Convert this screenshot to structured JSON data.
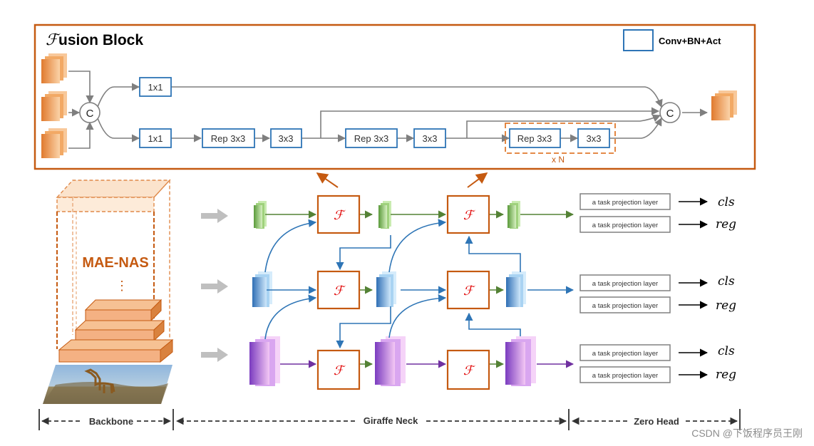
{
  "fusion_block": {
    "title_script": "ℱ",
    "title_rest": "usion Block",
    "legend_label": "Conv+BN+Act",
    "concat_symbol": "C",
    "conv_1x1": "1x1",
    "rep_3x3": "Rep 3x3",
    "conv_3x3": "3x3",
    "repeat_label": "x N"
  },
  "backbone": {
    "name": "MAE-NAS",
    "ellipsis": "⋮"
  },
  "neck": {
    "fusion_symbol": "ℱ"
  },
  "head": {
    "projection_label": "a task projection layer",
    "cls_label": "cls",
    "reg_label": "reg"
  },
  "sections": {
    "backbone": "Backbone",
    "neck": "Giraffe Neck",
    "head": "Zero Head"
  },
  "watermark": "CSDN @下饭程序员王刚",
  "colors": {
    "orange": "#c55a11",
    "blue_box": "#2e75b6",
    "gray_arrow": "#808080",
    "green_arrow": "#548235",
    "blue_arrow": "#2e75b6",
    "purple_arrow": "#7030a0"
  }
}
